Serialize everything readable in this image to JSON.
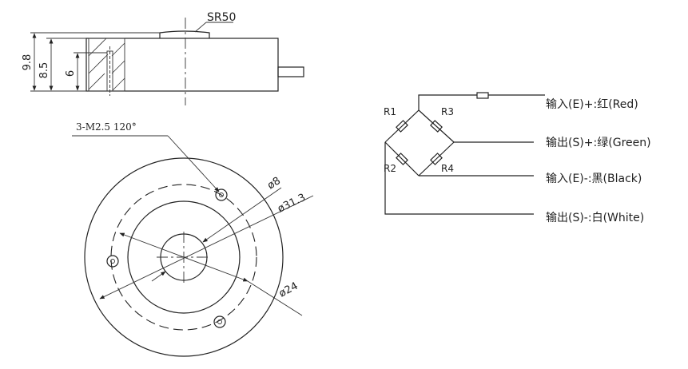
{
  "side_view": {
    "dims": {
      "total_height": "9.8",
      "body_height": "8.5",
      "thread_depth": "6"
    },
    "dome_radius": "SR50"
  },
  "top_view": {
    "hole_spec": "3-M2.5 120°",
    "hole_circle_dia": "ø24",
    "outer_dia": "ø31.3",
    "center_dia": "ø8"
  },
  "wiring": {
    "resistors": [
      "R1",
      "R2",
      "R3",
      "R4"
    ],
    "wires": [
      {
        "label": "输入(E)+:红(Red)",
        "color": "#cc2222"
      },
      {
        "label": "输出(S)+:绿(Green)",
        "color": "#22aa44"
      },
      {
        "label": "输入(E)-:黑(Black)",
        "color": "#111111"
      },
      {
        "label": "输出(S)-:白(White)",
        "color": "#ffffff"
      }
    ]
  }
}
